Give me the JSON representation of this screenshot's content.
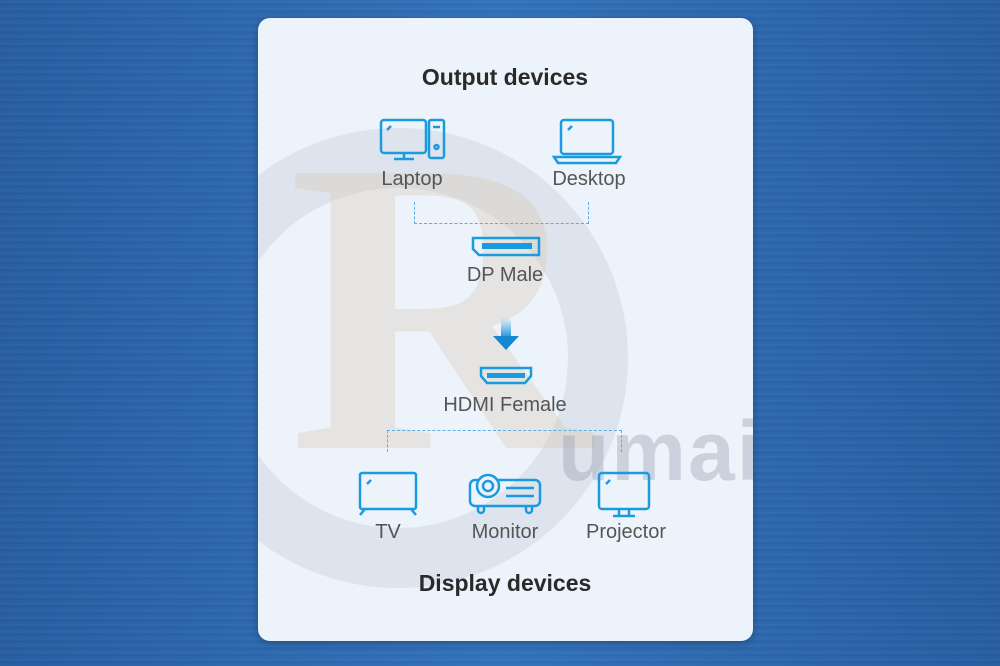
{
  "title_top": "Output devices",
  "title_bottom": "Display devices",
  "watermark": "Rumaih",
  "sources": [
    {
      "label": "Laptop",
      "icon": "desktop-computer-icon"
    },
    {
      "label": "Desktop",
      "icon": "laptop-icon"
    }
  ],
  "connector_in": {
    "label": "DP Male",
    "icon": "displayport-icon"
  },
  "connector_out": {
    "label": "HDMI Female",
    "icon": "hdmi-icon"
  },
  "displays": [
    {
      "label": "TV",
      "icon": "tv-icon"
    },
    {
      "label": "Monitor",
      "icon": "projector-icon"
    },
    {
      "label": "Projector",
      "icon": "monitor-icon"
    }
  ],
  "colors": {
    "accent": "#1a9be0",
    "background": "#3070b5",
    "card": "#edf3fa"
  }
}
